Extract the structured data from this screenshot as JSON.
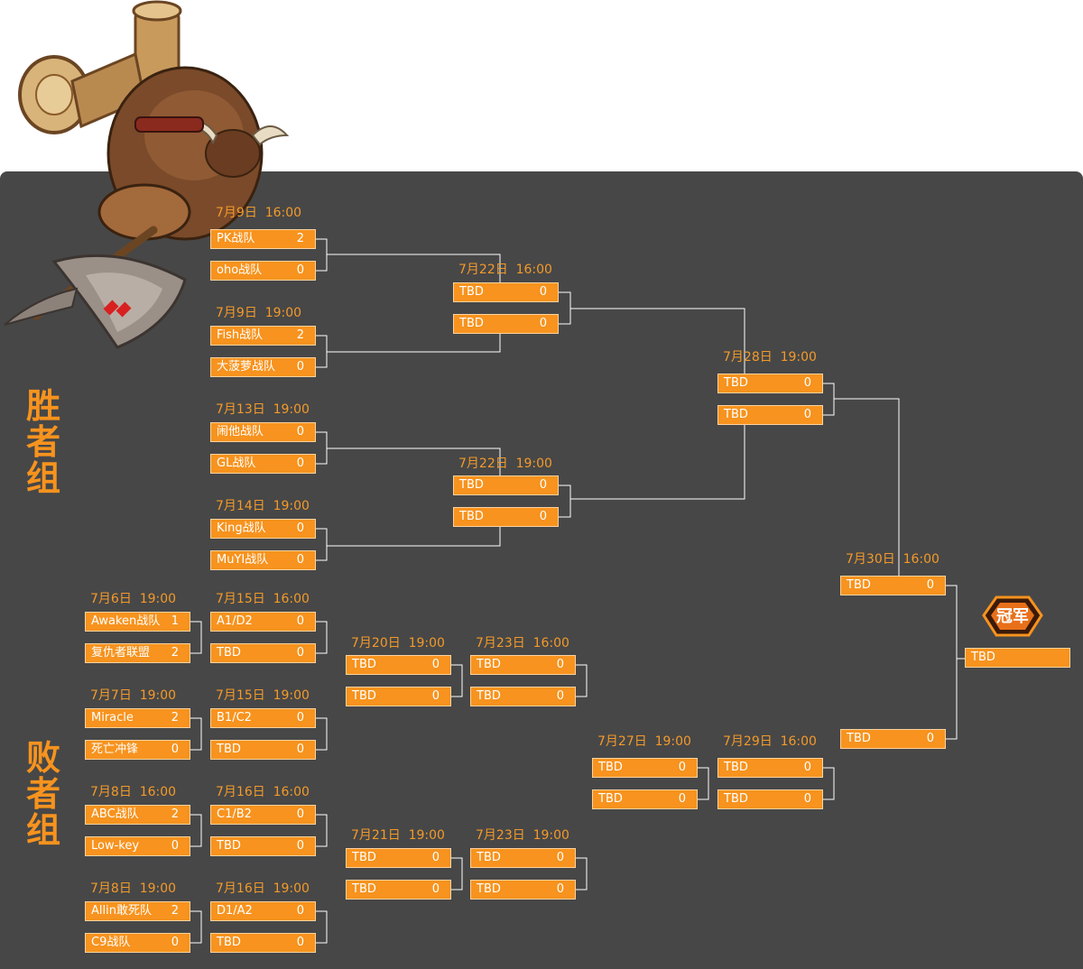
{
  "groups": {
    "winners_label": [
      "胜",
      "者",
      "组"
    ],
    "losers_label": [
      "败",
      "者",
      "组"
    ]
  },
  "winners": {
    "r1": [
      {
        "date": "7月9日  16:00",
        "teams": [
          {
            "name": "PK战队",
            "score": "2"
          },
          {
            "name": "oho战队",
            "score": "0"
          }
        ]
      },
      {
        "date": "7月9日  19:00",
        "teams": [
          {
            "name": "Fish战队",
            "score": "2"
          },
          {
            "name": "大菠萝战队",
            "score": "0"
          }
        ]
      },
      {
        "date": "7月13日  19:00",
        "teams": [
          {
            "name": "闹他战队",
            "score": "0"
          },
          {
            "name": "GL战队",
            "score": "0"
          }
        ]
      },
      {
        "date": "7月14日  19:00",
        "teams": [
          {
            "name": "King战队",
            "score": "0"
          },
          {
            "name": "MuYI战队",
            "score": "0"
          }
        ]
      }
    ],
    "r2": [
      {
        "date": "7月22日  16:00",
        "teams": [
          {
            "name": "TBD",
            "score": "0"
          },
          {
            "name": "TBD",
            "score": "0"
          }
        ]
      },
      {
        "date": "7月22日  19:00",
        "teams": [
          {
            "name": "TBD",
            "score": "0"
          },
          {
            "name": "TBD",
            "score": "0"
          }
        ]
      }
    ],
    "final": {
      "date": "7月28日  19:00",
      "teams": [
        {
          "name": "TBD",
          "score": "0"
        },
        {
          "name": "TBD",
          "score": "0"
        }
      ]
    }
  },
  "grand_final": {
    "date": "7月30日  16:00",
    "teams": [
      {
        "name": "TBD",
        "score": "0"
      },
      {
        "name": "TBD",
        "score": "0"
      }
    ]
  },
  "champion": {
    "label": "冠军",
    "name": "TBD"
  },
  "losers": {
    "r1": [
      {
        "date": "7月6日  19:00",
        "teams": [
          {
            "name": "Awaken战队",
            "score": "1"
          },
          {
            "name": "复仇者联盟",
            "score": "2"
          }
        ]
      },
      {
        "date": "7月7日  19:00",
        "teams": [
          {
            "name": "Miracle",
            "score": "2"
          },
          {
            "name": "死亡冲锋",
            "score": "0"
          }
        ]
      },
      {
        "date": "7月8日  16:00",
        "teams": [
          {
            "name": "ABC战队",
            "score": "2"
          },
          {
            "name": "Low-key",
            "score": "0"
          }
        ]
      },
      {
        "date": "7月8日  19:00",
        "teams": [
          {
            "name": "Allin敢死队",
            "score": "2"
          },
          {
            "name": "C9战队",
            "score": "0"
          }
        ]
      }
    ],
    "r2": [
      {
        "date": "7月15日  16:00",
        "teams": [
          {
            "name": "A1/D2",
            "score": "0"
          },
          {
            "name": "TBD",
            "score": "0"
          }
        ]
      },
      {
        "date": "7月15日  19:00",
        "teams": [
          {
            "name": "B1/C2",
            "score": "0"
          },
          {
            "name": "TBD",
            "score": "0"
          }
        ]
      },
      {
        "date": "7月16日  16:00",
        "teams": [
          {
            "name": "C1/B2",
            "score": "0"
          },
          {
            "name": "TBD",
            "score": "0"
          }
        ]
      },
      {
        "date": "7月16日  19:00",
        "teams": [
          {
            "name": "D1/A2",
            "score": "0"
          },
          {
            "name": "TBD",
            "score": "0"
          }
        ]
      }
    ],
    "r3": [
      {
        "date": "7月20日  19:00",
        "teams": [
          {
            "name": "TBD",
            "score": "0"
          },
          {
            "name": "TBD",
            "score": "0"
          }
        ]
      },
      {
        "date": "7月21日  19:00",
        "teams": [
          {
            "name": "TBD",
            "score": "0"
          },
          {
            "name": "TBD",
            "score": "0"
          }
        ]
      }
    ],
    "r4": [
      {
        "date": "7月23日  16:00",
        "teams": [
          {
            "name": "TBD",
            "score": "0"
          },
          {
            "name": "TBD",
            "score": "0"
          }
        ]
      },
      {
        "date": "7月23日  19:00",
        "teams": [
          {
            "name": "TBD",
            "score": "0"
          },
          {
            "name": "TBD",
            "score": "0"
          }
        ]
      }
    ],
    "r5": {
      "date": "7月27日  19:00",
      "teams": [
        {
          "name": "TBD",
          "score": "0"
        },
        {
          "name": "TBD",
          "score": "0"
        }
      ]
    },
    "final": {
      "date": "7月29日  16:00",
      "teams": [
        {
          "name": "TBD",
          "score": "0"
        },
        {
          "name": "TBD",
          "score": "0"
        }
      ]
    }
  },
  "colors": {
    "accent": "#f7931e",
    "panel": "#474747",
    "date_text": "#f39a2a",
    "line": "#ffffff"
  },
  "icons": {
    "hero_art": "tauren-warrior-illustration",
    "champion_emblem": "champion-emblem-icon"
  }
}
